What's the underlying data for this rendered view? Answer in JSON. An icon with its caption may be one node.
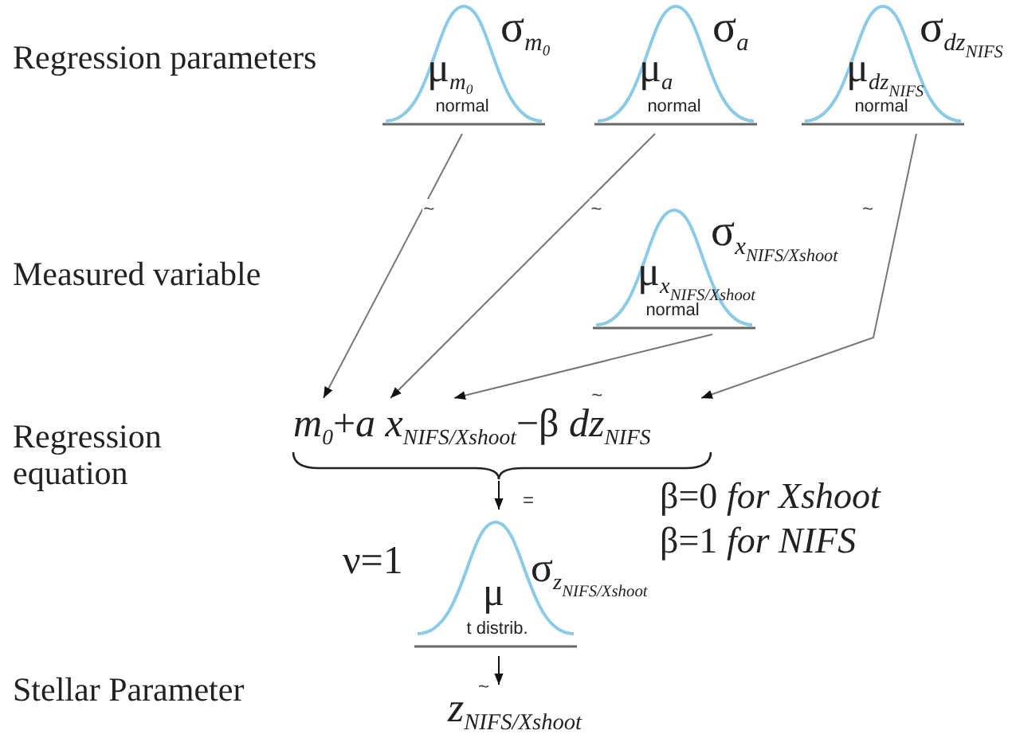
{
  "diagram": {
    "nodes": [
      {
        "text": [
          "σ$_{m₀}$",
          "μ$_{m₀}$",
          "normal"
        ]
      },
      {
        "text": [
          "σ$_{a}$",
          "μ$_{a}$",
          "normal"
        ]
      },
      {
        "text": [
          "σ$_{dz}$$_{NIFS}$",
          "μ$_{dz}$$_{NIFS}$",
          "normal"
        ]
      },
      {
        "text": [
          "σ$_{x}$$_{NIFS/Xshoot}$",
          "μ$_{x}$$_{NIFS/Xshoot}$",
          "normal"
        ]
      },
      {
        "text": [
          "*m*$_{0}$+*a* *x*$_{NIFS/Xshoot}$−β *dz*$_{NIFS}$"
        ]
      },
      {
        "text": [
          "ν=1",
          "σ$_{z}$$_{NIFS/Xshoot}$",
          "μ",
          "t distrib."
        ]
      },
      {
        "text": [
          "*z*$_{NIFS/Xshoot}$"
        ]
      }
    ],
    "edges": [
      {
        "from": 0,
        "to": 4,
        "arrow": "to",
        "label": "~"
      },
      {
        "from": 1,
        "to": 4,
        "arrow": "to",
        "label": "~"
      },
      {
        "from": 2,
        "to": 4,
        "arrow": "to",
        "label": "~"
      },
      {
        "from": 3,
        "to": 4,
        "arrow": "to",
        "label": "~"
      },
      {
        "from": 4,
        "to": 5,
        "arrow": "to",
        "label": "=",
        "color": "#111111"
      },
      {
        "from": 5,
        "to": 6,
        "arrow": "to",
        "label": "~",
        "color": "#111111"
      }
    ],
    "labels": [
      "Regression parameters",
      "Measured variable",
      "Regression equation",
      "β=0 *for Xshoot*",
      "β=1 *for NIFS*",
      "Stellar Parameter"
    ]
  }
}
